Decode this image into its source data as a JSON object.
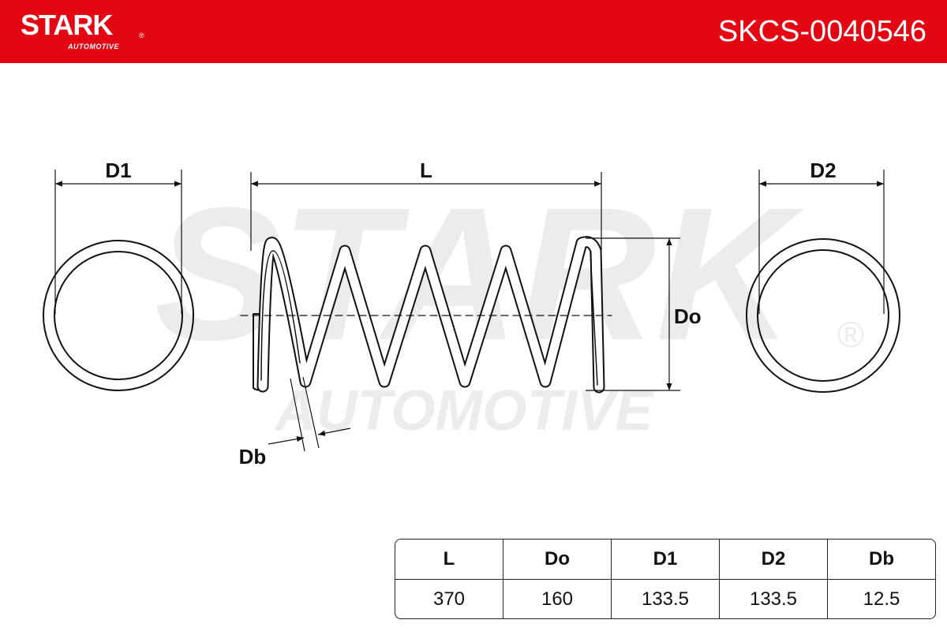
{
  "header": {
    "brand": "STARK",
    "brand_sub": "AUTOMOTIVE",
    "registered": "®",
    "part_number": "SKCS-0040546",
    "bar_color": "#e30613"
  },
  "watermark": {
    "main": "STARK",
    "sub": "AUTOMOTIVE",
    "registered": "®"
  },
  "labels": {
    "d1": "D1",
    "l": "L",
    "d2": "D2",
    "do": "Do",
    "db": "Db"
  },
  "table": {
    "headers": [
      "L",
      "Do",
      "D1",
      "D2",
      "Db"
    ],
    "values": [
      "370",
      "160",
      "133.5",
      "133.5",
      "12.5"
    ]
  }
}
